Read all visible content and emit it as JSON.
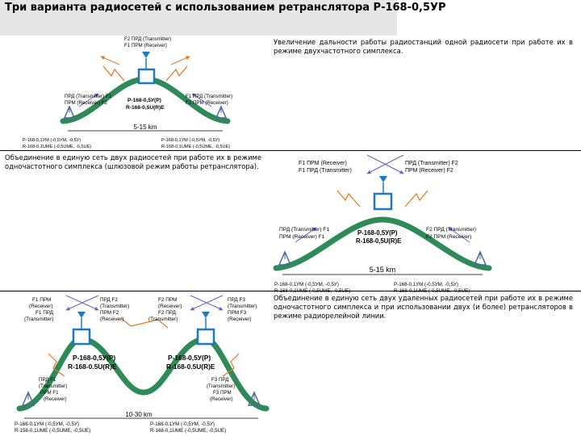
{
  "title": "Три варианта радиосетей с использованием ретранслятора Р-168-0,5УР",
  "descriptions": {
    "top": "Увеличение дальности работы радиостанций одной радиосети при работе их в режиме двухчастотного симплекса.",
    "middle": "Объединение в единую сеть двух радиосетей при работе их в режиме одночастотного симплекса (шлюзовой режим работы ретранслятора).",
    "bottom": "Объединение в единую сеть двух удаленных радиосетей при работе их в режиме одночастотного симплекса и при использовании двух (и более) ретрансляторов в режиме радиорелейной линии."
  },
  "diagram1": {
    "top_l1": "F2 ПРД (Transmitter)",
    "top_l2": "F1 ПРМ (Receiver)",
    "left_l1": "ПРД (Transmitter) F1",
    "left_l2": "ПРМ (Receiver) F2",
    "right_l1": "F1 ПРД (Transmitter)",
    "right_l2": "F2 ПРМ (Receiver)",
    "center_l1": "Р-168-0,5У(Р)",
    "center_l2": "R-168-0,5U(R)E",
    "distance": "5-15 km",
    "bottom_left_l1": "Р-168-0,1УМ (-0,5УМ, -0,5У)",
    "bottom_left_l2": "R-168-0,1UME (-0,5UME, -0,5UE)",
    "bottom_right_l1": "Р-168-0,1УМ (-0,5УМ, -0,5У)",
    "bottom_right_l2": "R-168-0,1UME (-0,5UME, -0,5UE)"
  },
  "diagram2": {
    "top_left_l1": "F1 ПРМ (Receiver)",
    "top_left_l2": "F1 ПРД (Transmitter)",
    "top_right_l1": "ПРД (Transmitter) F2",
    "top_right_l2": "ПРМ (Receiver) F2",
    "left_l1": "ПРД (Transmitter) F1",
    "left_l2": "ПРМ (Receiver) F1",
    "right_l1": "F2 ПРД (Transmitter)",
    "right_l2": "F2 ПРМ (Receiver)",
    "center_l1": "Р-168-0,5У(Р)",
    "center_l2": "R-168-0,5U(R)E",
    "distance": "5-15 km",
    "bottom_left_l1": "Р-168-0,1УМ (-0,5УМ, -0,5У)",
    "bottom_left_l2": "R-168-0,1UME (-0,5UME, -0,5UE)",
    "bottom_right_l1": "Р-168-0,1УМ (-0,5УМ, -0,5У)",
    "bottom_right_l2": "R-168-0,1UME (-0,5UME, -0,5UE)"
  },
  "diagram3": {
    "a_l1": "F1 ПРМ",
    "a_l2": "(Receiver)",
    "a_l3": "F1 ПРД",
    "a_l4": "(Transmitter)",
    "b_l1": "ПРД F2",
    "b_l2": "(Transmitter)",
    "b_l3": "ПРМ F2",
    "b_l4": "(Receiver)",
    "c_l1": "F2 ПРМ",
    "c_l2": "(Receiver)",
    "c_l3": "F2 ПРД",
    "c_l4": "(Transmitter)",
    "d_l1": "ПРД F3",
    "d_l2": "(Transmitter)",
    "d_l3": "ПРМ F3",
    "d_l4": "(Receiver)",
    "relay1_l1": "Р-168-0,5У(Р)",
    "relay1_l2": "R-168-0.5U(R)E",
    "relay2_l1": "Р-168-0,5У(Р)",
    "relay2_l2": "R-168-0.5U(R)E",
    "left_l1": "ПРД F1",
    "left_l2": "(Transmitter)",
    "left_l3": "ПРМ F1",
    "left_l4": "(Receiver)",
    "right_l1": "F3 ПРД",
    "right_l2": "(Transmitter)",
    "right_l3": "F3 ПРМ",
    "right_l4": "(Receiver)",
    "distance": "10-30 km",
    "bottom_left_l1": "Р-168-0,1УМ (-0,5УМ, -0,5У)",
    "bottom_left_l2": "R-158-0,1UME (-0,5UME, -0,5UE)",
    "bottom_right_l1": "Р-168-0,1УМ (-0,5УМ, -0,5У)",
    "bottom_right_l2": "R-168-0,1UME (-0,5UME, -0,5UE)"
  },
  "colors": {
    "hill": "#2e8b57",
    "relay": "#1e78c8",
    "antenna": "#4a6a9a",
    "signal": "#e07820",
    "link": "#6a5acd"
  }
}
